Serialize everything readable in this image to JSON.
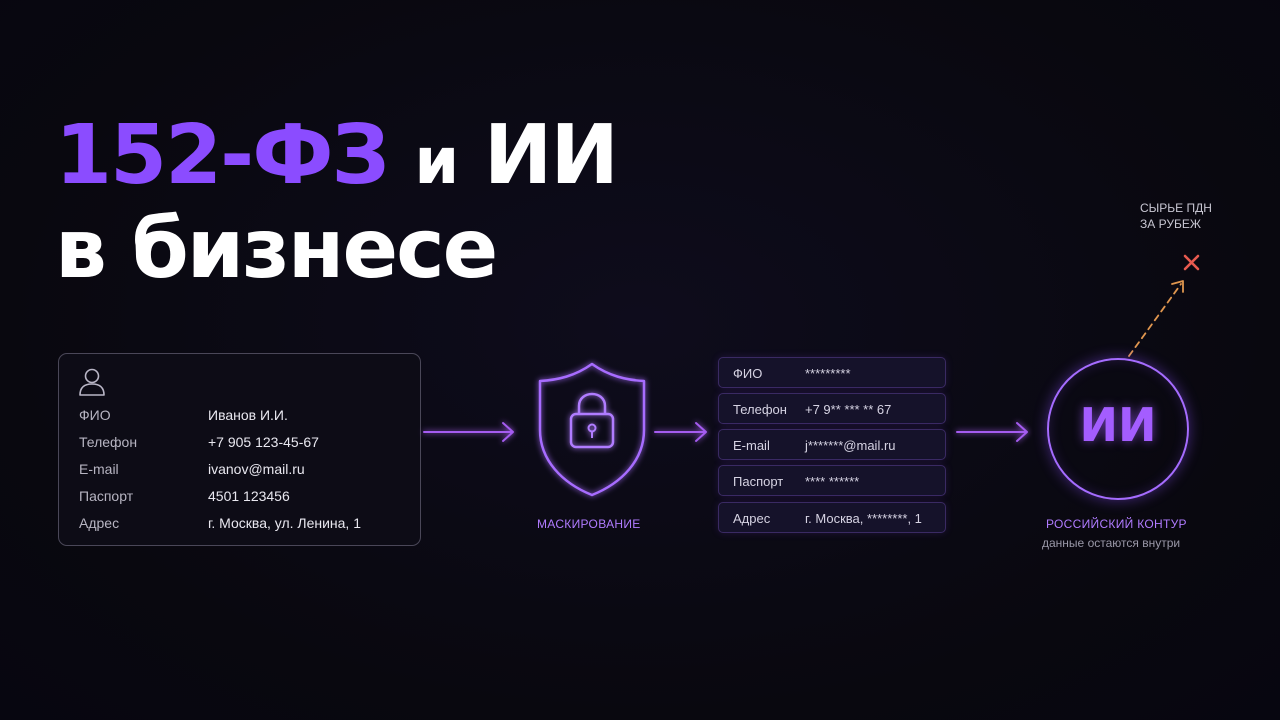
{
  "title": {
    "part1": "152-ФЗ",
    "part2": "и",
    "part3": "ИИ",
    "line2": "в бизнесе"
  },
  "source_card": {
    "icon": "user-icon",
    "rows": [
      {
        "label": "ФИО",
        "value": "Иванов И.И."
      },
      {
        "label": "Телефон",
        "value": "+7 905 123-45-67"
      },
      {
        "label": "E-mail",
        "value": "ivanov@mail.ru"
      },
      {
        "label": "Паспорт",
        "value": "4501 123456"
      },
      {
        "label": "Адрес",
        "value": "г. Москва, ул. Ленина, 1"
      }
    ]
  },
  "masking": {
    "icon": "shield-lock-icon",
    "caption": "МАСКИРОВАНИЕ"
  },
  "masked_fields": [
    {
      "label": "ФИО",
      "value": "*********"
    },
    {
      "label": "Телефон",
      "value": "+7 9** *** ** 67"
    },
    {
      "label": "E-mail",
      "value": "j*******@mail.ru"
    },
    {
      "label": "Паспорт",
      "value": "**** ******"
    },
    {
      "label": "Адрес",
      "value": "г. Москва, ********, 1"
    }
  ],
  "ai_node": {
    "label": "ИИ",
    "caption": "РОССИЙСКИЙ КОНТУР",
    "subcaption": "данные остаются внутри"
  },
  "blocked": {
    "line1": "СЫРЬЕ ПДН",
    "line2": "ЗА РУБЕЖ",
    "icon": "cross-icon"
  },
  "colors": {
    "accent": "#8b4cff",
    "arrow": "#a55cf0",
    "blocked": "#e85a4f"
  }
}
